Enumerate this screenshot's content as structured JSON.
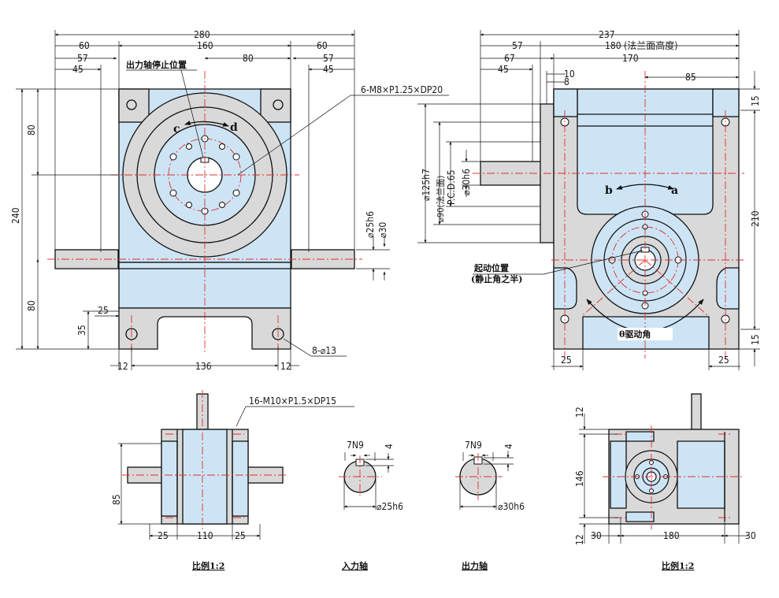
{
  "front_view": {
    "dims_top": {
      "overall": "280",
      "inner": "160",
      "left_60": "60",
      "right_60": "60",
      "left_57": "57",
      "right_57": "57",
      "left_45": "45",
      "right_45": "45",
      "mid_80": "80"
    },
    "dims_left": {
      "top_80": "80",
      "total_240": "240",
      "bottom_80": "80",
      "foot_35": "35",
      "foot_25": "25"
    },
    "dims_right": {
      "shaft_25h6": "⌀25h6",
      "shaft_30": "⌀30"
    },
    "dims_bottom": {
      "edge_12_left": "12",
      "span_136": "136",
      "edge_12_right": "12",
      "holes": "8-⌀13"
    },
    "notes": {
      "stop_position": "出力轴停止位置",
      "tapped_holes": "6-M8×P1.25×DP20",
      "rot_c": "c",
      "rot_d": "d"
    }
  },
  "side_view": {
    "dims_top": {
      "overall": "237",
      "flange_height": "180 (法兰面高度)",
      "d57": "57",
      "d67": "67",
      "d170": "170",
      "d45": "45",
      "d10": "10",
      "d8": "8",
      "d85": "85"
    },
    "dims_left": {
      "d125": "⌀125h7",
      "d90": "⌀90(法兰面)",
      "pcd": "P.C.D.65",
      "d30": "⌀30h6"
    },
    "dims_right": {
      "d15_top": "15",
      "d210": "210",
      "d15_bottom": "15"
    },
    "dims_bottom": {
      "d25_left": "25",
      "d25_right": "25"
    },
    "notes": {
      "rot_b": "b",
      "rot_a": "a",
      "start_position": "起动位置",
      "start_position_sub": "(静止角之半)",
      "drive_angle": "θ驱动角"
    }
  },
  "top_view": {
    "holes": "16-M10×P1.5×DP15",
    "dims": {
      "d85": "85",
      "d25_left": "25",
      "d110": "110",
      "d25_right": "25"
    },
    "caption": "比例1:2"
  },
  "input_shaft": {
    "key": "7N9",
    "depth": "4",
    "dia": "⌀25h6",
    "caption": "入力轴"
  },
  "output_shaft": {
    "key": "7N9",
    "depth": "4",
    "dia": "⌀30h6",
    "caption": "出力轴"
  },
  "bottom_view": {
    "dims": {
      "d12_top": "12",
      "d146": "146",
      "d12_bottom": "12",
      "d30_left": "30",
      "d180": "180",
      "d30_right": "30"
    },
    "caption": "比例1:2"
  }
}
